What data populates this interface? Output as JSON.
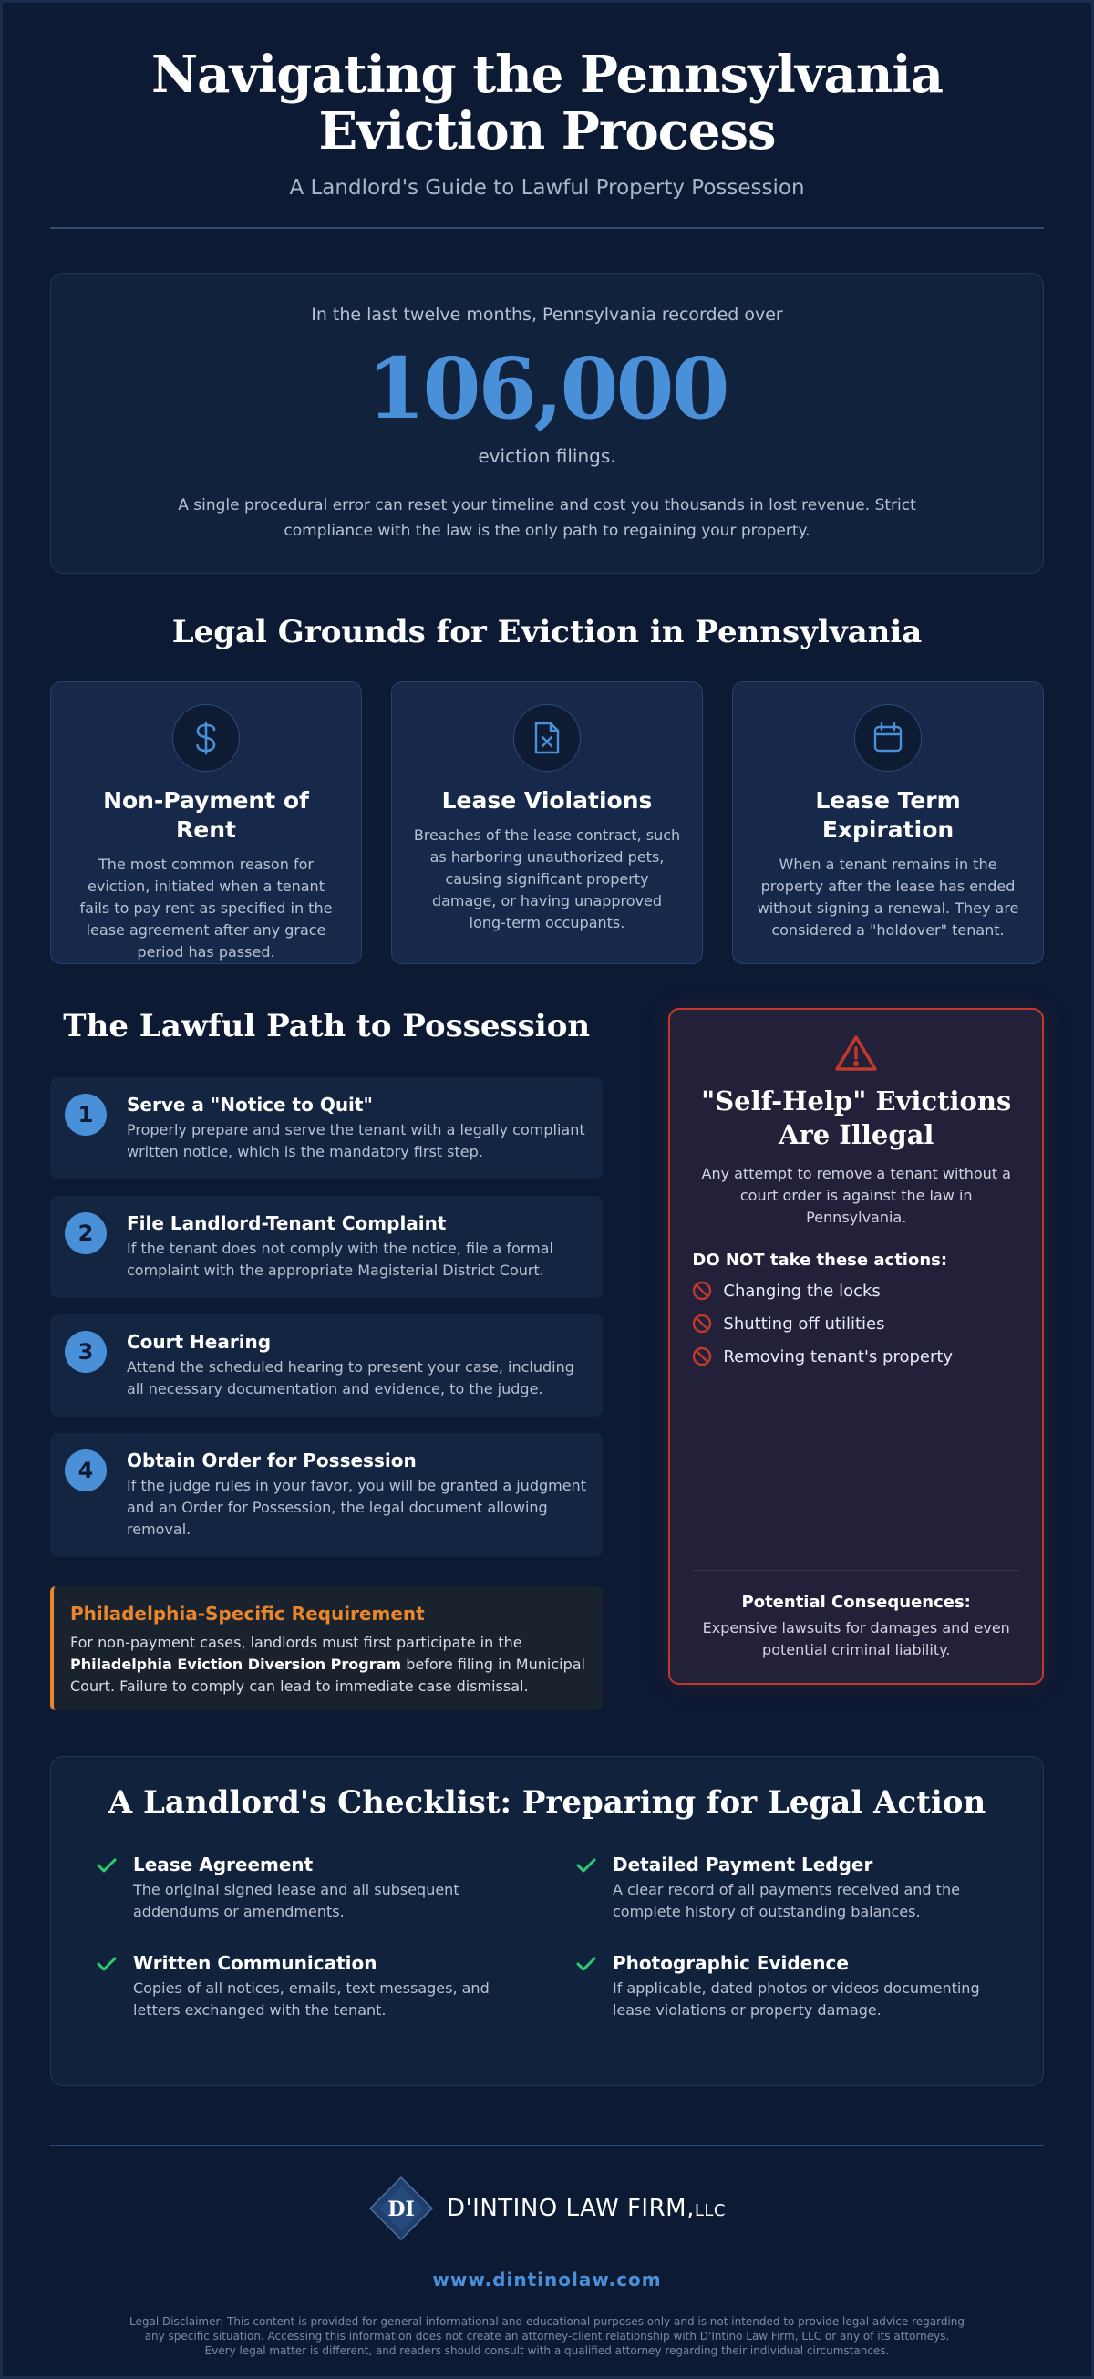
{
  "header": {
    "title": "Navigating the Pennsylvania Eviction Process",
    "subtitle": "A Landlord's Guide to Lawful Property Possession"
  },
  "stat": {
    "intro": "In the last twelve months, Pennsylvania recorded over",
    "number": "106,000",
    "unit": "eviction filings.",
    "note": "A single procedural error can reset your timeline and cost you thousands in lost revenue. Strict compliance with the law is the only path to regaining your property."
  },
  "grounds": {
    "title": "Legal Grounds for Eviction in Pennsylvania",
    "items": [
      {
        "icon": "dollar-icon",
        "title": "Non-Payment of Rent",
        "desc": "The most common reason for eviction, initiated when a tenant fails to pay rent as specified in the lease agreement after any grace period has passed."
      },
      {
        "icon": "document-x-icon",
        "title": "Lease Violations",
        "desc": "Breaches of the lease contract, such as harboring unauthorized pets, causing significant property damage, or having unapproved long-term occupants."
      },
      {
        "icon": "calendar-icon",
        "title": "Lease Term Expiration",
        "desc": "When a tenant remains in the property after the lease has ended without signing a renewal. They are considered a \"holdover\" tenant."
      }
    ]
  },
  "path": {
    "title": "The Lawful Path to Possession",
    "steps": [
      {
        "num": "1",
        "title": "Serve a \"Notice to Quit\"",
        "desc": "Properly prepare and serve the tenant with a legally compliant written notice, which is the mandatory first step."
      },
      {
        "num": "2",
        "title": "File Landlord-Tenant Complaint",
        "desc": "If the tenant does not comply with the notice, file a formal complaint with the appropriate Magisterial District Court."
      },
      {
        "num": "3",
        "title": "Court Hearing",
        "desc": "Attend the scheduled hearing to present your case, including all necessary documentation and evidence, to the judge."
      },
      {
        "num": "4",
        "title": "Obtain Order for Possession",
        "desc": "If the judge rules in your favor, you will be granted a judgment and an Order for Possession, the legal document allowing removal."
      }
    ]
  },
  "philly": {
    "title": "Philadelphia-Specific Requirement",
    "text_before": "For non-payment cases, landlords must first participate in the ",
    "text_bold": "Philadelphia Eviction Diversion Program",
    "text_after": " before filing in Municipal Court. Failure to comply can lead to immediate case dismissal."
  },
  "warning": {
    "icon": "warning-triangle-icon",
    "title": "\"Self-Help\" Evictions Are Illegal",
    "desc": "Any attempt to remove a tenant without a court order is against the law in Pennsylvania.",
    "do_not": "DO NOT take these actions:",
    "actions": [
      "Changing the locks",
      "Shutting off utilities",
      "Removing tenant's property"
    ],
    "consequences_title": "Potential Consequences:",
    "consequences_text": "Expensive lawsuits for damages and even potential criminal liability."
  },
  "checklist": {
    "title": "A Landlord's Checklist: Preparing for Legal Action",
    "items": [
      {
        "title": "Lease Agreement",
        "desc": "The original signed lease and all subsequent addendums or amendments."
      },
      {
        "title": "Detailed Payment Ledger",
        "desc": "A clear record of all payments received and the complete history of outstanding balances."
      },
      {
        "title": "Written Communication",
        "desc": "Copies of all notices, emails, text messages, and letters exchanged with the tenant."
      },
      {
        "title": "Photographic Evidence",
        "desc": "If applicable, dated photos or videos documenting lease violations or property damage."
      }
    ]
  },
  "footer": {
    "logo_mark": "DI",
    "firm_name": "D'INTINO LAW FIRM,",
    "firm_suffix": "LLC",
    "url": "www.dintinolaw.com",
    "disclaimer": "Legal Disclaimer: This content is provided for general informational and educational purposes only and is not intended to provide legal advice regarding any specific situation. Accessing this information does not create an attorney-client relationship with D'Intino Law Firm, LLC or any of its attorneys. Every legal matter is different, and readers should consult with a qualified attorney regarding their individual circumstances."
  },
  "colors": {
    "background": "#0c1a33",
    "accent": "#4a90d9",
    "warning": "#c0392b",
    "philly": "#e8862c",
    "check": "#2ecc71"
  }
}
